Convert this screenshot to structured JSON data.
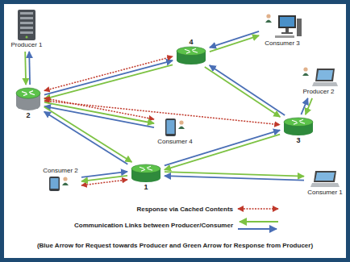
{
  "diagram": {
    "nodes": [
      {
        "text": [
          "Producer 1"
        ]
      },
      {
        "text": [
          "4"
        ]
      },
      {
        "text": [
          "Consumer 3"
        ]
      },
      {
        "text": [
          "2"
        ]
      },
      {
        "text": [
          "Producer 2"
        ]
      },
      {
        "text": [
          "3"
        ]
      },
      {
        "text": [
          "Consumer 4"
        ]
      },
      {
        "text": [
          "1"
        ]
      },
      {
        "text": [
          "Consumer 2"
        ]
      },
      {
        "text": [
          "Consumer 1"
        ]
      }
    ],
    "edges": [
      {
        "from": 3,
        "to": 0,
        "arrow": "to"
      },
      {
        "from": 0,
        "to": 3,
        "arrow": "to"
      },
      {
        "from": 1,
        "to": 3,
        "arrow": "to"
      },
      {
        "from": 3,
        "to": 1,
        "arrow": "to"
      },
      {
        "from": 3,
        "to": 1,
        "arrow": "both"
      },
      {
        "from": 2,
        "to": 1,
        "arrow": "to"
      },
      {
        "from": 1,
        "to": 2,
        "arrow": "to"
      },
      {
        "from": 5,
        "to": 1,
        "arrow": "to"
      },
      {
        "from": 1,
        "to": 5,
        "arrow": "to"
      },
      {
        "from": 4,
        "to": 5,
        "arrow": "to"
      },
      {
        "from": 5,
        "to": 4,
        "arrow": "to"
      },
      {
        "from": 3,
        "to": 5,
        "arrow": "both"
      },
      {
        "from": 3,
        "to": 6,
        "arrow": "both"
      },
      {
        "from": 3,
        "to": 6,
        "arrow": "to"
      },
      {
        "from": 6,
        "to": 3,
        "arrow": "to"
      },
      {
        "from": 3,
        "to": 7,
        "arrow": "to"
      },
      {
        "from": 7,
        "to": 3,
        "arrow": "to"
      },
      {
        "from": 5,
        "to": 7,
        "arrow": "to"
      },
      {
        "from": 7,
        "to": 5,
        "arrow": "to"
      },
      {
        "from": 7,
        "to": 8,
        "arrow": "both"
      },
      {
        "from": 7,
        "to": 8,
        "arrow": "to"
      },
      {
        "from": 8,
        "to": 7,
        "arrow": "to"
      },
      {
        "from": 7,
        "to": 9,
        "arrow": "to"
      },
      {
        "from": 9,
        "to": 7,
        "arrow": "to"
      }
    ],
    "labels": [
      "(Blue Arrow for Request towards Producer and Green Arrow for Response from Producer)"
    ],
    "legend": [
      {
        "text": "Response via Cached Contents"
      },
      {
        "text": "Communication Links between Producer/Consumer"
      }
    ]
  }
}
